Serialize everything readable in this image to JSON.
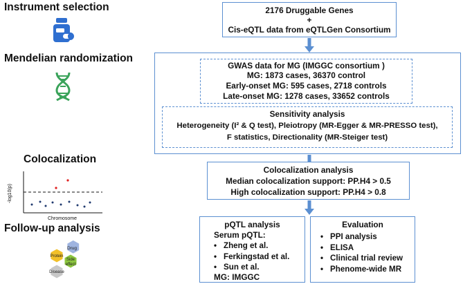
{
  "left_panel": {
    "instrument_selection": "Instrument selection",
    "mendelian_randomization": "Mendelian randomization",
    "colocalization": "Colocalization",
    "follow_up_analysis": "Follow-up analysis",
    "coloc_plot": {
      "ylabel": "-log10(p)",
      "xlabel": "Chromosome"
    },
    "hex_labels": {
      "drug": "Drug",
      "protein": "Protein",
      "side_effect_line1": "Side",
      "side_effect_line2": "effect",
      "disease": "Disease"
    }
  },
  "box1": {
    "line1": "2176 Druggable Genes",
    "line2": "+",
    "line3": "Cis-eQTL data from eQTLGen Consortium"
  },
  "gwas": {
    "title": "GWAS data for MG (IMGGC consortium )",
    "line1": "MG: 1873 cases, 36370 control",
    "line2": "Early-onset MG: 595 cases, 2718 controls",
    "line3": "Late-onset MG: 1278 cases, 33652 controls"
  },
  "sensitivity": {
    "title": "Sensitivity analysis",
    "line1": "Heterogeneity (I² & Q test), Pleiotropy (MR-Egger & MR-PRESSO test),",
    "line2": "F statistics, Directionality (MR-Steiger test)"
  },
  "coloc_box": {
    "title": "Colocalization analysis",
    "line1": "Median colocalization support: PP.H4 > 0.5",
    "line2": "High colocalization support: PP.H4 > 0.8"
  },
  "pqtl": {
    "title": "pQTL analysis",
    "subtitle": "Serum pQTL:",
    "items": [
      "Zheng et al.",
      "Ferkingstad et al.",
      "Sun et al."
    ],
    "footer": "MG: IMGGC"
  },
  "evaluation": {
    "title": "Evaluation",
    "items": [
      "PPI analysis",
      "ELISA",
      "Clinical trial review",
      "Phenome-wide MR"
    ]
  },
  "colors": {
    "border": "#5b8fd1",
    "arrow": "#5b8fd1",
    "icon_blue": "#2f6fd0",
    "dna_green": "#3aa35a",
    "dot_navy": "#1f3a6e",
    "dot_red": "#e02020",
    "hex_drug": "#9fb4e0",
    "hex_protein": "#f2c029",
    "hex_side": "#8cc63f",
    "hex_disease": "#c8c8c8"
  }
}
